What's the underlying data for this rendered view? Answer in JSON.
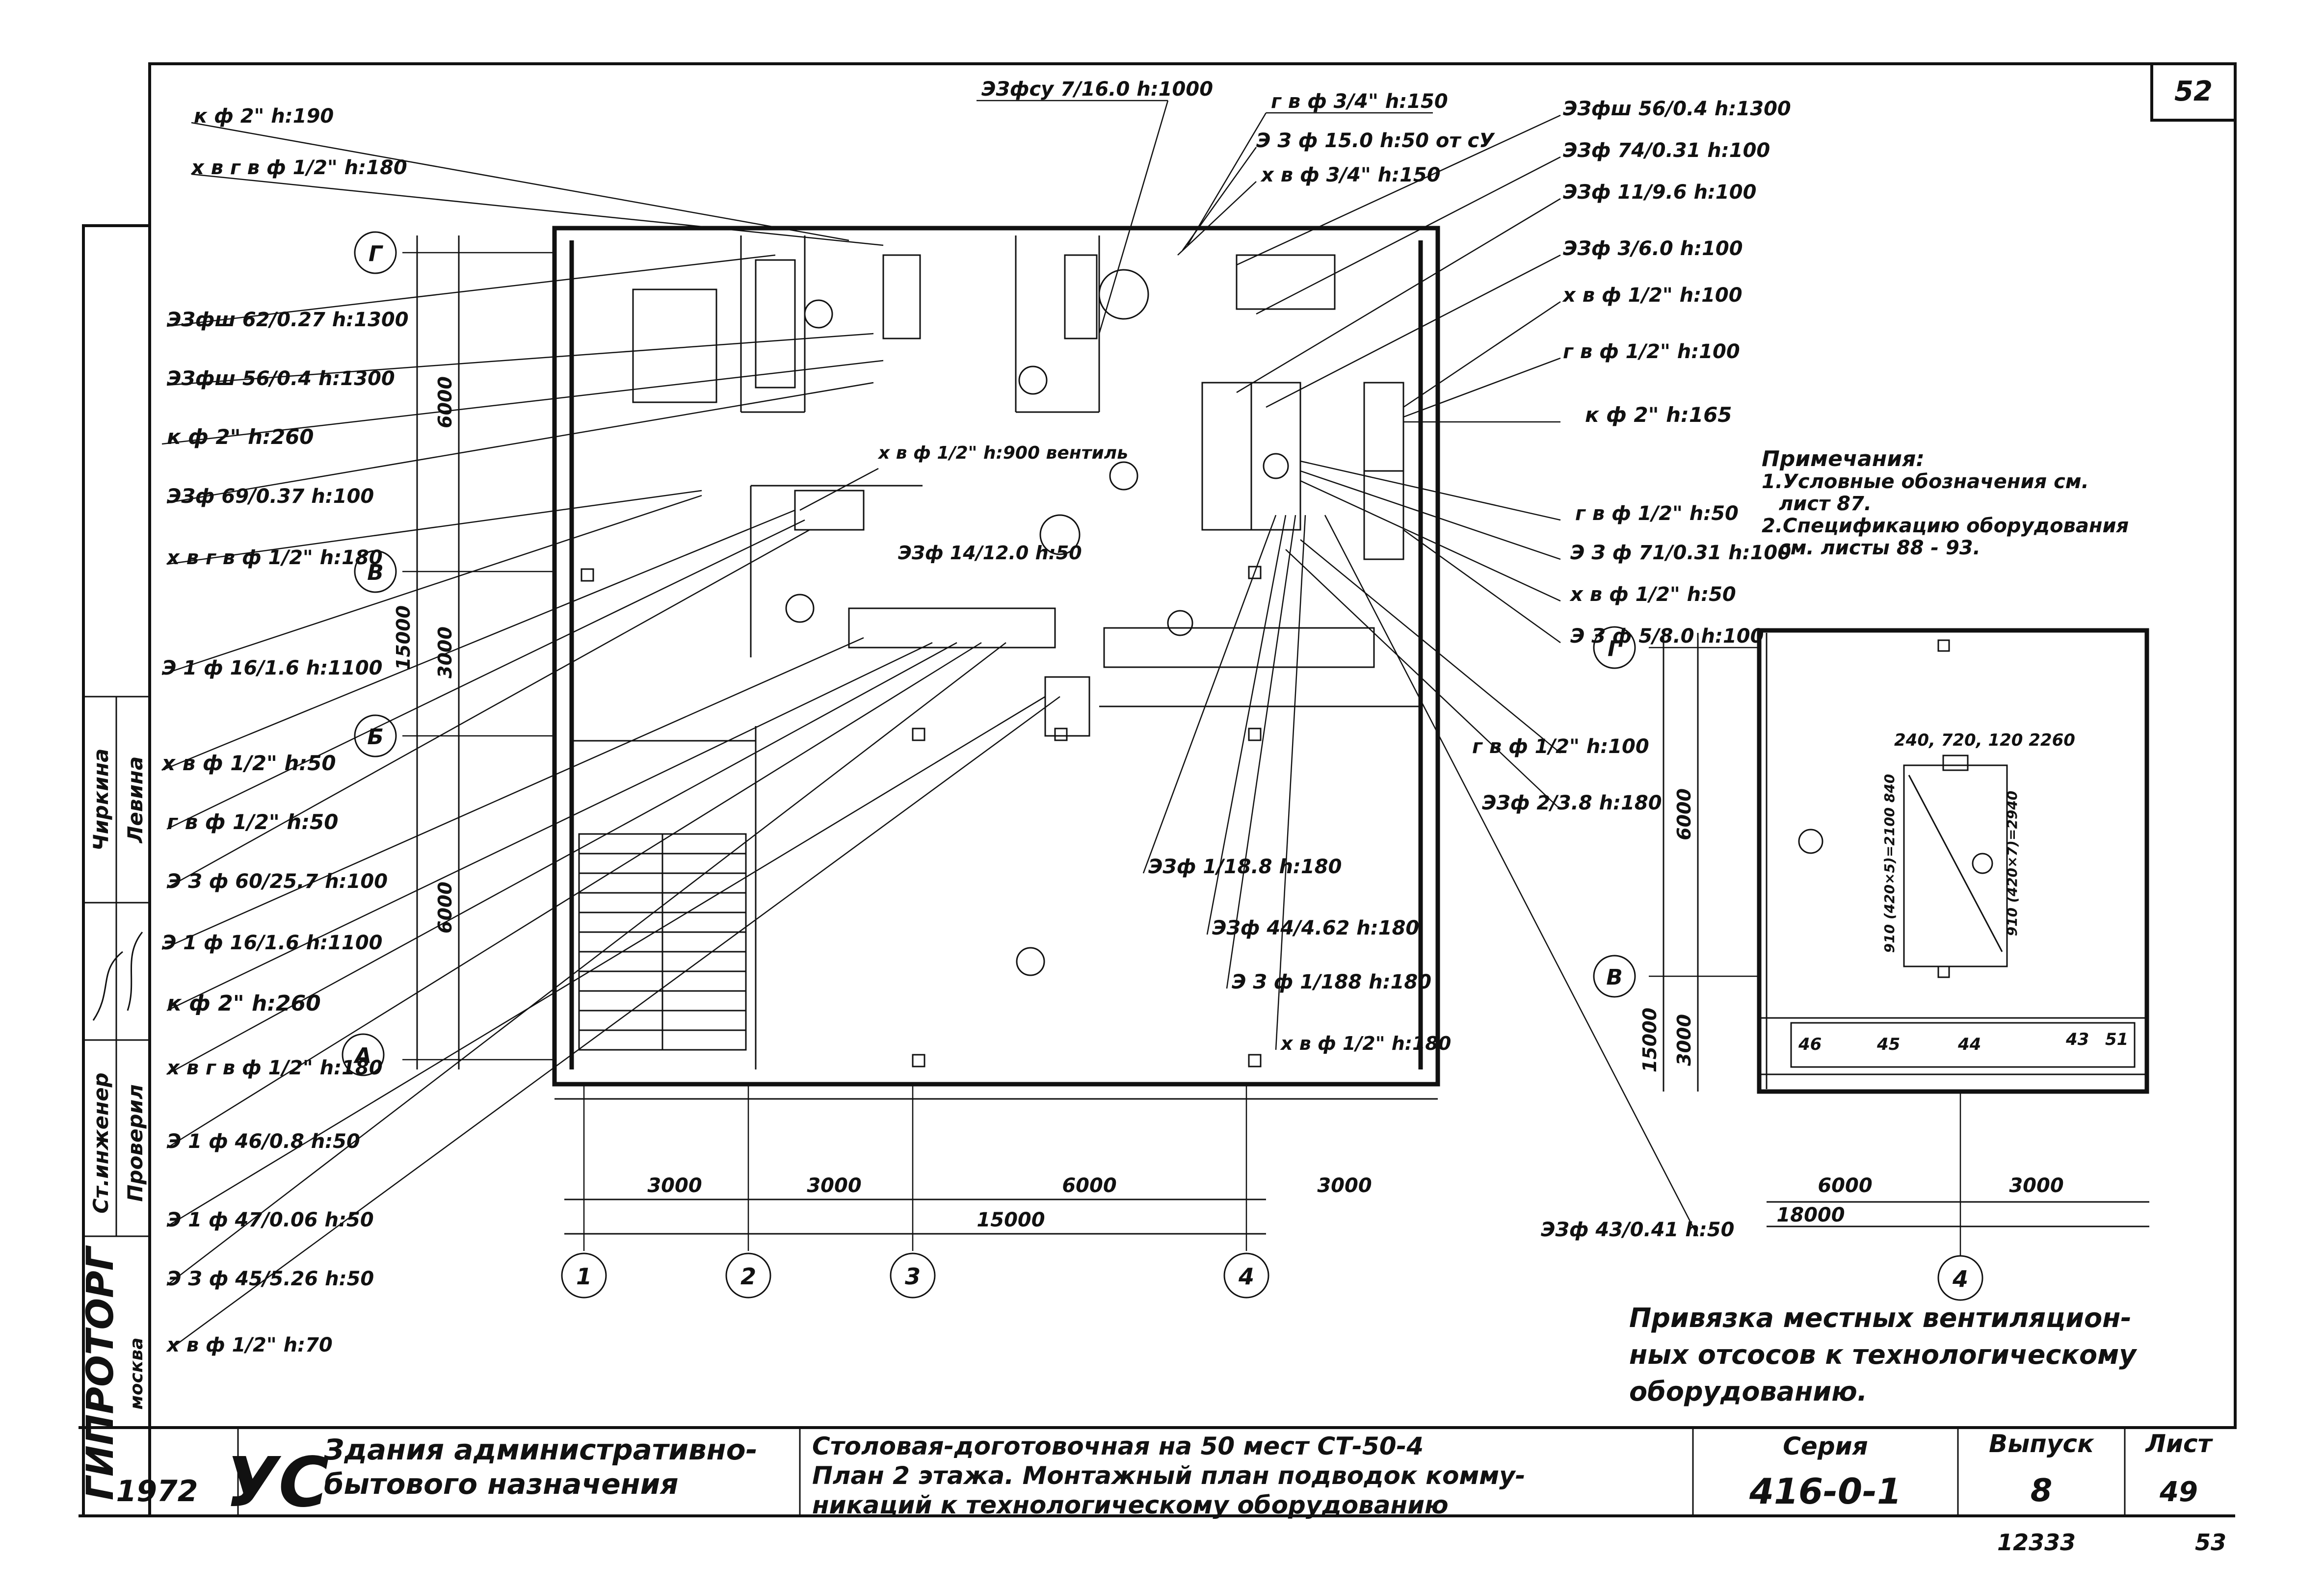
{
  "sheet_number_top": "52",
  "sheet_number_bottom": "53",
  "inventory_number": "12333",
  "left_labels": [
    "к ф 2\" h:190",
    "х в г в ф 1/2\" h:180",
    "ЭЗфш 62/0.27 h:1300",
    "ЭЗфш 56/0.4 h:1300",
    "к ф 2\" h:260",
    "ЭЗф 69/0.37 h:100",
    "х в г в ф 1/2\" h:180",
    "Э 1 ф 16/1.6 h:1100",
    "х в ф 1/2\" h:50",
    "г в ф 1/2\" h:50",
    "Э З ф 60/25.7 h:100",
    "Э 1 ф 16/1.6 h:1100",
    "к ф 2\" h:260",
    "х в г в ф 1/2\" h:180",
    "Э 1 ф 46/0.8 h:50",
    "Э 1 ф 47/0.06 h:50",
    "Э З ф 45/5.26 h:50",
    "х в ф 1/2\" h:70"
  ],
  "top_labels": [
    "ЭЗфсу 7/16.0 h:1000",
    "г в ф 3/4\" h:150",
    "Э З ф 15.0 h:50 от сУ",
    "х в ф 3/4\" h:150"
  ],
  "right_labels": [
    "ЭЗфш 56/0.4 h:1300",
    "ЭЗф 74/0.31 h:100",
    "ЭЗф 11/9.6 h:100",
    "ЭЗф 3/6.0 h:100",
    "х в ф 1/2\" h:100",
    "г в ф 1/2\" h:100",
    "к ф 2\" h:165",
    "г в ф 1/2\" h:50",
    "Э З ф 71/0.31 h:100",
    "х в ф 1/2\" h:50",
    "Э З ф 5/8.0 h:100",
    "г в ф 1/2\" h:100",
    "ЭЗф 2/3.8 h:180"
  ],
  "center_labels": [
    "х в ф 1/2\" h:900 вентиль",
    "ЭЗф 14/12.0 h:50",
    "ЭЗф 1/18.8 h:180",
    "ЭЗф 44/4.62 h:180",
    "Э З ф 1/188 h:180",
    "х в ф 1/2\" h:180",
    "ЭЗф 43/0.41 h:50"
  ],
  "axes_rows": [
    "Г",
    "В",
    "Б",
    "А"
  ],
  "axes_cols": [
    "1",
    "2",
    "3",
    "4"
  ],
  "dims_bottom": [
    "3000",
    "3000",
    "6000",
    "3000"
  ],
  "dim_total": "15000",
  "dims_left": [
    "6000",
    "3000",
    "15000",
    "6000"
  ],
  "detail": {
    "row_axes": [
      "Г",
      "В"
    ],
    "col_axis": "4",
    "dims_left": [
      "6000",
      "3000",
      "15000"
    ],
    "dims_bottom": [
      "6000",
      "3000"
    ],
    "dim_total": "18000",
    "dim_top": "240, 720, 120   2260",
    "dim_vert_a": "910 (420×5)=2100 840",
    "dim_vert_b": "910 (420×7)=2940"
  },
  "notes": {
    "title": "Примечания:",
    "line1": "1.Условные обозначения см.",
    "line2": "лист 87.",
    "line3": "2.Спецификацию оборудования",
    "line4": "см. листы 88 - 93."
  },
  "caption": {
    "line1": "Привязка местных вентиляцион-",
    "line2": "ных отсосов к технологическому",
    "line3": "оборудованию."
  },
  "vertical_stamp": {
    "org": "ГИПРОТОРГ",
    "city": "москва",
    "role1": "Ст.инженер",
    "role2": "Проверил",
    "name1": "Чиркина",
    "name2": "Левина"
  },
  "title_block": {
    "year": "1972",
    "logo": "УС",
    "category_line1": "Здания административно-",
    "category_line2": "бытового назначения",
    "title_line1": "Столовая-доготовочная на 50 мест СТ-50-4",
    "title_line2": "План 2 этажа. Монтажный план подводок комму-",
    "title_line3": "никаций к технологическому оборудованию",
    "series_label": "Серия",
    "series_value": "416-0-1",
    "issue_label": "Выпуск",
    "issue_value": "8",
    "sheet_label": "Лист",
    "sheet_value": "49"
  }
}
